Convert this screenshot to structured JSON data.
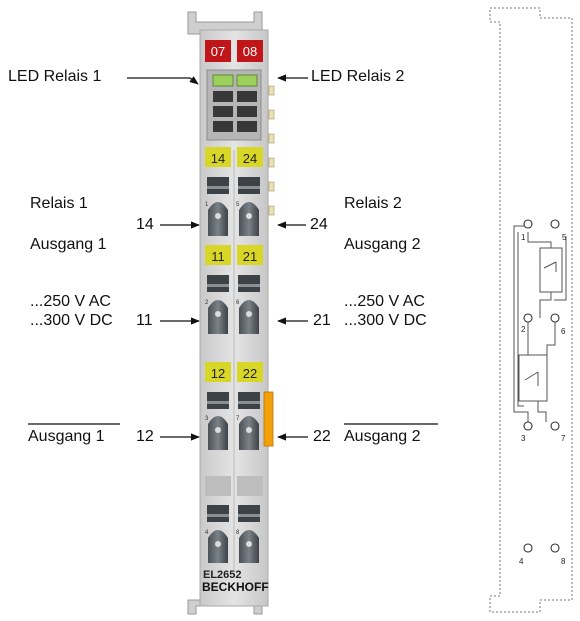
{
  "labels": {
    "led_relais_1": "LED Relais 1",
    "led_relais_2": "LED Relais 2",
    "relais_1": "Relais 1",
    "ausgang_1": "Ausgang 1",
    "relais_2": "Relais 2",
    "ausgang_2": "Ausgang 2",
    "num_14": "14",
    "num_24": "24",
    "v250_left": "...250 V AC",
    "v300_left": "...300 V DC",
    "num_11": "11",
    "v250_right": "...250 V AC",
    "v300_right": "...300 V DC",
    "num_21": "21",
    "ausgang_1_inv": "Ausgang 1",
    "num_12": "12",
    "num_22": "22",
    "ausgang_2_inv": "Ausgang 2"
  },
  "terminal": {
    "led_tags": [
      "07",
      "08"
    ],
    "tags_row1": [
      "14",
      "24"
    ],
    "tags_row2": [
      "11",
      "21"
    ],
    "tags_row3": [
      "12",
      "22"
    ],
    "contact_left": [
      "1",
      "2",
      "3",
      "4"
    ],
    "contact_right": [
      "5",
      "6",
      "7",
      "8"
    ],
    "model": "EL2652",
    "brand": "BECKHOFF"
  },
  "schematic": {
    "pins": [
      "5",
      "1",
      "2",
      "6",
      "3",
      "7",
      "4",
      "8"
    ]
  },
  "colors": {
    "led_tag_red": "#c0161a",
    "tag_yellow": "#d8d626",
    "accent_orange": "#f2a00a",
    "body_grey": "#d7d7d7"
  }
}
